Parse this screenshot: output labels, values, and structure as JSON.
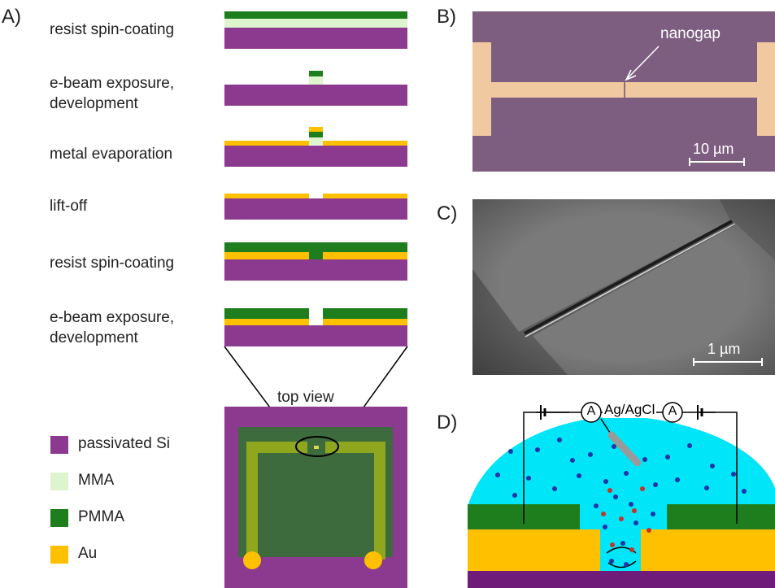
{
  "colors": {
    "passivated_si": "#8B3A8F",
    "mma": "#DDF4CF",
    "pmma": "#1E7E1E",
    "au": "#FFC000",
    "optical_bg": "#7E5E80",
    "optical_au": "#F0C9A0",
    "electrolyte": "#00E5F7",
    "ion_blue": "#2333A8",
    "ion_red": "#C0362E"
  },
  "panels": {
    "a": "A)",
    "b": "B)",
    "c": "C)",
    "d": "D)"
  },
  "steps": [
    {
      "label": "resist spin-coating"
    },
    {
      "label": "e-beam exposure,\ndevelopment"
    },
    {
      "label": "metal evaporation"
    },
    {
      "label": "lift-off"
    },
    {
      "label": "resist spin-coating"
    },
    {
      "label": "e-beam exposure,\ndevelopment"
    }
  ],
  "top_view_label": "top view",
  "legend": [
    {
      "label": "passivated Si",
      "color_key": "passivated_si"
    },
    {
      "label": "MMA",
      "color_key": "mma"
    },
    {
      "label": "PMMA",
      "color_key": "pmma"
    },
    {
      "label": "Au",
      "color_key": "au"
    }
  ],
  "panel_b": {
    "annotation": "nanogap",
    "scale_bar": "10 µm"
  },
  "panel_c": {
    "scale_bar": "1 µm"
  },
  "panel_d": {
    "electrode": "Ag/AgCl",
    "ammeter_left": "A",
    "ammeter_right": "A"
  }
}
